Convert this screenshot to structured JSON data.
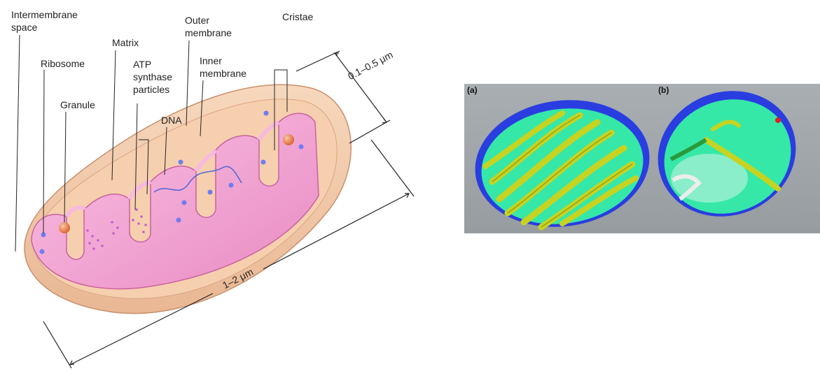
{
  "diagram": {
    "labels": {
      "intermembrane_space": "Intermembrane\nspace",
      "ribosome": "Ribosome",
      "granule": "Granule",
      "matrix": "Matrix",
      "atp_synthase": "ATP\nsynthase\nparticles",
      "dna": "DNA",
      "outer_membrane": "Outer\nmembrane",
      "inner_membrane": "Inner\nmembrane",
      "cristae": "Cristae"
    },
    "dimensions": {
      "width": "0.1–0.5 μm",
      "length": "1–2 μm"
    }
  },
  "micrograph": {
    "panel_a": "(a)",
    "panel_b": "(b)"
  },
  "colors": {
    "outer_membrane": "#f3c9a6",
    "inner_membrane": "#f3a3d4",
    "matrix": "#ec8cc8",
    "ribosome": "#6f7cf0",
    "granule": "#e8743c",
    "em_background": "#a4a9ad",
    "em_membrane": "#2a3de0",
    "em_interior": "#35e8a8",
    "em_cristae": "#c6d321"
  }
}
